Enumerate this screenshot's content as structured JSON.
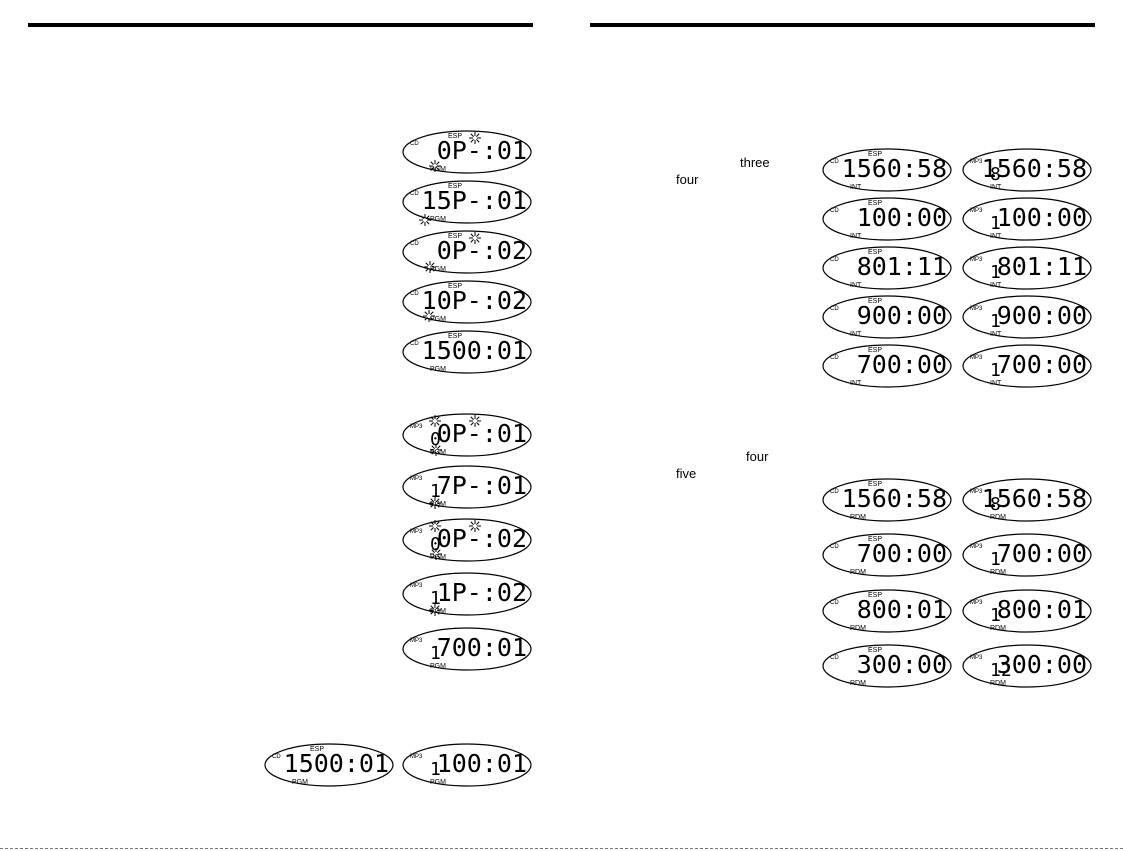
{
  "page": {
    "left_words": [],
    "right_words": [
      {
        "id": "w1",
        "text": "three"
      },
      {
        "id": "w2",
        "text": "four"
      },
      {
        "id": "w3",
        "text": "four"
      },
      {
        "id": "w4",
        "text": "five"
      }
    ]
  },
  "displays": [
    {
      "id": "l1",
      "mode": "CD",
      "esp": "ESP",
      "track": "",
      "time": "0P-:01",
      "ind": "PGM"
    },
    {
      "id": "l2",
      "mode": "CD",
      "esp": "ESP",
      "track": "",
      "time": "15P-:01",
      "ind": "PGM"
    },
    {
      "id": "l3",
      "mode": "CD",
      "esp": "ESP",
      "track": "",
      "time": "0P-:02",
      "ind": "PGM"
    },
    {
      "id": "l4",
      "mode": "CD",
      "esp": "ESP",
      "track": "",
      "time": "10P-:02",
      "ind": "PGM"
    },
    {
      "id": "l5",
      "mode": "CD",
      "esp": "ESP",
      "track": "",
      "time": "1500:01",
      "ind": "PGM"
    },
    {
      "id": "l6",
      "mode": "MP3",
      "esp": "",
      "track": "0",
      "time": "0P-:01",
      "ind": "PGM"
    },
    {
      "id": "l7",
      "mode": "MP3",
      "esp": "",
      "track": "1",
      "time": "7P-:01",
      "ind": "PGM"
    },
    {
      "id": "l8",
      "mode": "MP3",
      "esp": "",
      "track": "0",
      "time": "0P-:02",
      "ind": "PGM"
    },
    {
      "id": "l9",
      "mode": "MP3",
      "esp": "",
      "track": "1",
      "time": "1P-:02",
      "ind": "PGM"
    },
    {
      "id": "l10",
      "mode": "MP3",
      "esp": "",
      "track": "1",
      "time": "700:01",
      "ind": "PGM"
    },
    {
      "id": "l11",
      "mode": "CD",
      "esp": "ESP",
      "track": "",
      "time": "1500:01",
      "ind": "PGM"
    },
    {
      "id": "l12",
      "mode": "MP3",
      "esp": "",
      "track": "1",
      "time": "100:01",
      "ind": "PGM"
    },
    {
      "id": "r1",
      "mode": "CD",
      "esp": "ESP",
      "track": "",
      "time": "1560:58",
      "ind": "INT"
    },
    {
      "id": "r2",
      "mode": "MP3",
      "esp": "",
      "track": "8",
      "time": "1560:58",
      "ind": "INT"
    },
    {
      "id": "r3",
      "mode": "CD",
      "esp": "ESP",
      "track": "",
      "time": "100:00",
      "ind": "INT"
    },
    {
      "id": "r4",
      "mode": "MP3",
      "esp": "",
      "track": "1",
      "time": "100:00",
      "ind": "INT"
    },
    {
      "id": "r5",
      "mode": "CD",
      "esp": "ESP",
      "track": "",
      "time": "801:11",
      "ind": "INT"
    },
    {
      "id": "r6",
      "mode": "MP3",
      "esp": "",
      "track": "1",
      "time": "801:11",
      "ind": "INT"
    },
    {
      "id": "r7",
      "mode": "CD",
      "esp": "ESP",
      "track": "",
      "time": "900:00",
      "ind": "INT"
    },
    {
      "id": "r8",
      "mode": "MP3",
      "esp": "",
      "track": "1",
      "time": "900:00",
      "ind": "INT"
    },
    {
      "id": "r9",
      "mode": "CD",
      "esp": "ESP",
      "track": "",
      "time": "700:00",
      "ind": "INT"
    },
    {
      "id": "r10",
      "mode": "MP3",
      "esp": "",
      "track": "1",
      "time": "700:00",
      "ind": "INT"
    },
    {
      "id": "r11",
      "mode": "CD",
      "esp": "ESP",
      "track": "",
      "time": "1560:58",
      "ind": "RDM"
    },
    {
      "id": "r12",
      "mode": "MP3",
      "esp": "",
      "track": "8",
      "time": "1560:58",
      "ind": "RDM"
    },
    {
      "id": "r13",
      "mode": "CD",
      "esp": "ESP",
      "track": "",
      "time": "700:00",
      "ind": "RDM"
    },
    {
      "id": "r14",
      "mode": "MP3",
      "esp": "",
      "track": "1",
      "time": "700:00",
      "ind": "RDM"
    },
    {
      "id": "r15",
      "mode": "CD",
      "esp": "ESP",
      "track": "",
      "time": "800:01",
      "ind": "RDM"
    },
    {
      "id": "r16",
      "mode": "MP3",
      "esp": "",
      "track": "1",
      "time": "800:01",
      "ind": "RDM"
    },
    {
      "id": "r17",
      "mode": "CD",
      "esp": "ESP",
      "track": "",
      "time": "300:00",
      "ind": "RDM"
    },
    {
      "id": "r18",
      "mode": "MP3",
      "esp": "",
      "track": "12",
      "time": "300:00",
      "ind": "RDM"
    }
  ]
}
